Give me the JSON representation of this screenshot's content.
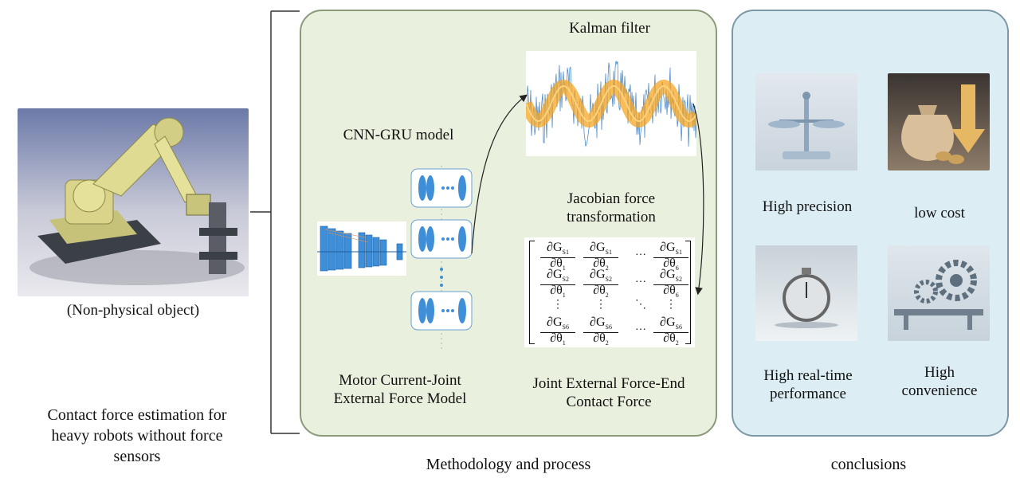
{
  "left": {
    "robot_caption": "(Non-physical object)",
    "description_lines": [
      "Contact force estimation for",
      "heavy robots without force",
      "sensors"
    ]
  },
  "method": {
    "title": "Methodology and process",
    "kalman_label": "Kalman filter",
    "cnn_gru_label": "CNN-GRU model",
    "jacobian_lines": [
      "Jacobian force",
      "transformation"
    ],
    "motor_model_lines": [
      "Motor Current-Joint",
      "External Force Model"
    ],
    "joint_force_lines": [
      "Joint External Force-End",
      "Contact Force"
    ],
    "matrix": {
      "rows": [
        [
          [
            "∂G",
            "S1",
            "∂θ",
            "1"
          ],
          [
            "∂G",
            "S1",
            "∂θ",
            "2"
          ],
          "…",
          [
            "∂G",
            "S1",
            "∂θ",
            "6"
          ]
        ],
        [
          [
            "∂G",
            "S2",
            "∂θ",
            "1"
          ],
          [
            "∂G",
            "S2",
            "∂θ",
            "2"
          ],
          "…",
          [
            "∂G",
            "S2",
            "∂θ",
            "6"
          ]
        ],
        [
          "⋮",
          "⋮",
          "⋱",
          "⋮"
        ],
        [
          [
            "∂G",
            "S6",
            "∂θ",
            "1"
          ],
          [
            "∂G",
            "S6",
            "∂θ",
            "2"
          ],
          "…",
          [
            "∂G",
            "S6",
            "∂θ",
            "2"
          ]
        ]
      ]
    }
  },
  "conclusions": {
    "title": "conclusions",
    "items": [
      {
        "label": "High precision",
        "icon": "balance-scale-icon"
      },
      {
        "label": "low cost",
        "icon": "money-bag-down-arrow-icon"
      },
      {
        "label_lines": [
          "High real-time",
          "performance"
        ],
        "icon": "stopwatch-icon"
      },
      {
        "label_lines": [
          "High",
          "convenience"
        ],
        "icon": "gears-icon"
      }
    ]
  },
  "colors": {
    "method_panel_bg": "#eaf0de",
    "conclusions_panel_bg": "#dcedf3",
    "signal_blue": "#3b7fc4",
    "signal_orange": "#f5a623",
    "cnn_blue": "#3f8fd8"
  }
}
